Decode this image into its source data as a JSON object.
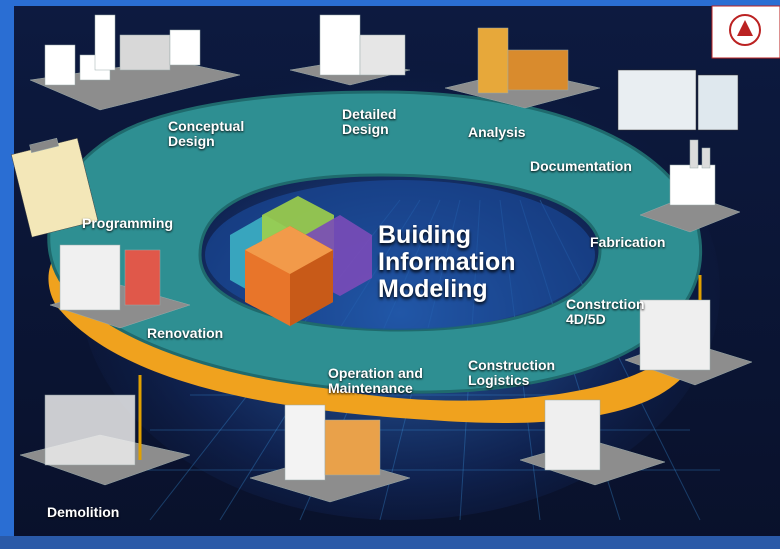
{
  "title": {
    "line1": "Buiding",
    "line2": "Information",
    "line3": "Modeling"
  },
  "stages": [
    {
      "id": "conceptual-design",
      "label": "Conceptual\nDesign"
    },
    {
      "id": "detailed-design",
      "label": "Detailed\nDesign"
    },
    {
      "id": "analysis",
      "label": "Analysis"
    },
    {
      "id": "documentation",
      "label": "Documentation"
    },
    {
      "id": "fabrication",
      "label": "Fabrication"
    },
    {
      "id": "construction-4d5d",
      "label": "Constrction\n4D/5D"
    },
    {
      "id": "construction-logistics",
      "label": "Construction\nLogistics"
    },
    {
      "id": "operation-maintenance",
      "label": "Operation and\nMaintenance"
    },
    {
      "id": "demolition",
      "label": "Demolition"
    },
    {
      "id": "renovation",
      "label": "Renovation"
    },
    {
      "id": "programming",
      "label": "Programming"
    }
  ],
  "colors": {
    "ring": "#2e8f92",
    "ring_dark": "#1f6a6d",
    "band": "#f0a21e",
    "background": "#0a1330",
    "grid": "#3a8fd8"
  }
}
